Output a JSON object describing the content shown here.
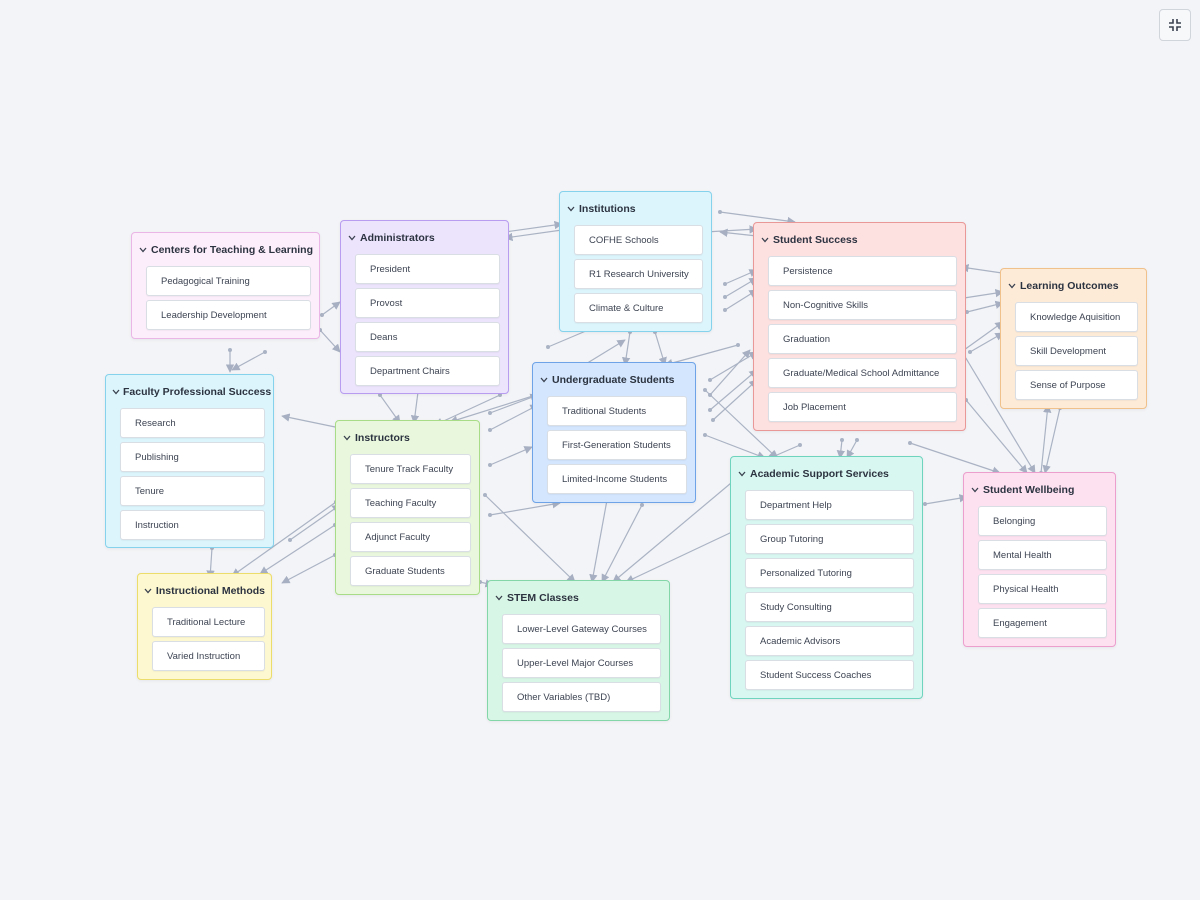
{
  "toolbar": {
    "collapse_icon": "collapse-icon"
  },
  "groups": [
    {
      "id": "centers",
      "title": "Centers for Teaching & Learning",
      "fill": "#fdeefb",
      "border": "#eab6e6",
      "items": [
        "Pedagogical Training",
        "Leadership Development"
      ]
    },
    {
      "id": "administrators",
      "title": "Administrators",
      "fill": "#ece3fd",
      "border": "#b79cf0",
      "items": [
        "President",
        "Provost",
        "Deans",
        "Department Chairs"
      ]
    },
    {
      "id": "institutions",
      "title": "Institutions",
      "fill": "#dcf5fc",
      "border": "#84d2ec",
      "items": [
        "COFHE Schools",
        "R1 Research University",
        "Climate & Culture"
      ]
    },
    {
      "id": "student-success",
      "title": "Student Success",
      "fill": "#fde0e0",
      "border": "#ea9797",
      "items": [
        "Persistence",
        "Non-Cognitive Skills",
        "Graduation",
        "Graduate/Medical School Admittance",
        "Job Placement"
      ]
    },
    {
      "id": "learning-outcomes",
      "title": "Learning Outcomes",
      "fill": "#fdebd8",
      "border": "#f0c18b",
      "items": [
        "Knowledge Aquisition",
        "Skill Development",
        "Sense of Purpose"
      ]
    },
    {
      "id": "faculty-success",
      "title": "Faculty Professional Success",
      "fill": "#dcf5fc",
      "border": "#84d2ec",
      "items": [
        "Research",
        "Publishing",
        "Tenure",
        "Instruction"
      ]
    },
    {
      "id": "instructors",
      "title": "Instructors",
      "fill": "#e9f8dc",
      "border": "#a9dc86",
      "items": [
        "Tenure Track Faculty",
        "Teaching Faculty",
        "Adjunct Faculty",
        "Graduate Students"
      ]
    },
    {
      "id": "undergrads",
      "title": "Undergraduate Students",
      "fill": "#d3e6fd",
      "border": "#6ea3e8",
      "items": [
        "Traditional Students",
        "First-Generation Students",
        "Limited-Income Students"
      ]
    },
    {
      "id": "academic-support",
      "title": "Academic Support Services",
      "fill": "#d8f7f0",
      "border": "#6ed4be",
      "items": [
        "Department Help",
        "Group Tutoring",
        "Personalized Tutoring",
        "Study Consulting",
        "Academic Advisors",
        "Student Success Coaches"
      ]
    },
    {
      "id": "wellbeing",
      "title": "Student Wellbeing",
      "fill": "#fde1f1",
      "border": "#ec9fcd",
      "items": [
        "Belonging",
        "Mental Health",
        "Physical Health",
        "Engagement"
      ]
    },
    {
      "id": "instructional-methods",
      "title": "Instructional Methods",
      "fill": "#fdf8cf",
      "border": "#ecdc6a",
      "items": [
        "Traditional Lecture",
        "Varied Instruction"
      ]
    },
    {
      "id": "stem",
      "title": "STEM Classes",
      "fill": "#d8f6e6",
      "border": "#82d6a8",
      "items": [
        "Lower-Level Gateway Courses",
        "Upper-Level Major Courses",
        "Other Variables (TBD)"
      ]
    }
  ]
}
